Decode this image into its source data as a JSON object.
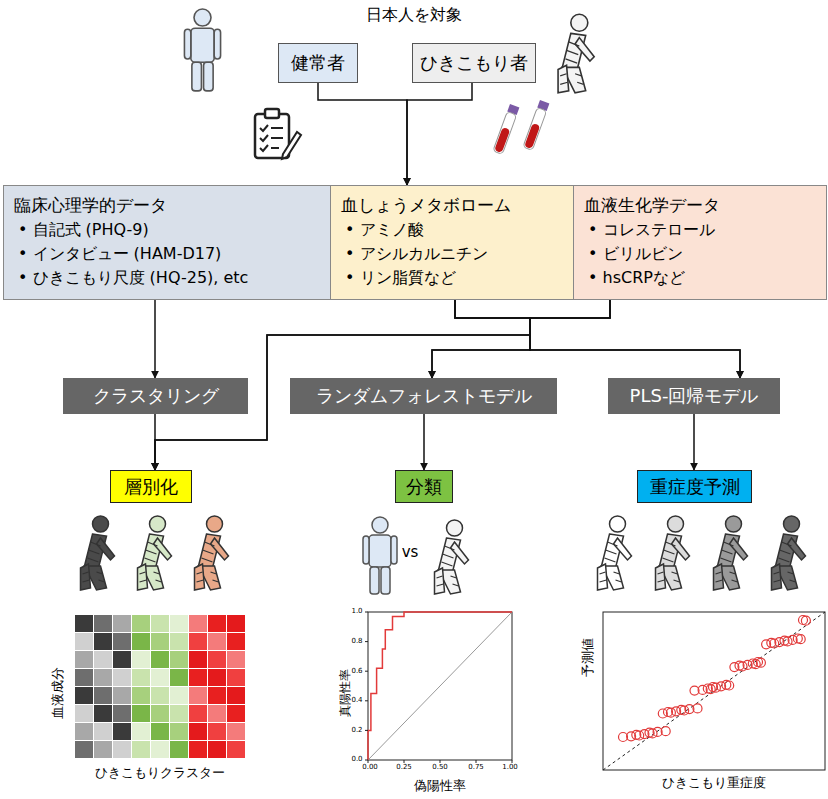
{
  "diagram": {
    "nodes": [
      {
        "text": [
          "健常者"
        ]
      },
      {
        "text": [
          "ひきこもり者"
        ]
      },
      {
        "text": [
          "臨床心理学的データ",
          "• 自記式 (PHQ-9)",
          "• インタビュー (HAM-D17)",
          "• ひきこもり尺度 (HQ-25), etc"
        ]
      },
      {
        "text": [
          "血しょうメタボローム",
          "• アミノ酸",
          "• アシルカルニチン",
          "• リン脂質など"
        ]
      },
      {
        "text": [
          "血液生化学データ",
          "• コレステロール",
          "• ビリルビン",
          "• hsCRPなど"
        ]
      },
      {
        "text": [
          "クラスタリング"
        ]
      },
      {
        "text": [
          "ランダムフォレストモデル"
        ]
      },
      {
        "text": [
          "PLS-回帰モデル"
        ]
      },
      {
        "text": [
          "層別化"
        ]
      },
      {
        "text": [
          "分類"
        ]
      },
      {
        "text": [
          "重症度予測"
        ]
      }
    ],
    "edges": [
      {
        "from": 0,
        "to": 3,
        "arrow": "to"
      },
      {
        "from": 1,
        "to": 3,
        "arrow": "to"
      },
      {
        "from": 2,
        "to": 5,
        "arrow": "to"
      },
      {
        "from": 3,
        "to": 8,
        "arrow": "to"
      },
      {
        "from": 4,
        "to": 8,
        "arrow": "to"
      },
      {
        "from": 5,
        "to": 8,
        "arrow": "to"
      },
      {
        "from": 3,
        "to": 6,
        "arrow": "to"
      },
      {
        "from": 4,
        "to": 6,
        "arrow": "to"
      },
      {
        "from": 3,
        "to": 7,
        "arrow": "to"
      },
      {
        "from": 4,
        "to": 7,
        "arrow": "to"
      },
      {
        "from": 6,
        "to": 9,
        "arrow": "to"
      },
      {
        "from": 7,
        "to": 10,
        "arrow": "to"
      }
    ],
    "labels": [
      "日本人を対象",
      "vs",
      "血液成分",
      "ひきこもりクラスター",
      "真陽性率",
      "偽陽性率",
      "予測値",
      "ひきこもり重症度",
      "0.00",
      "0.25",
      "0.50",
      "0.75",
      "1.00",
      "0.0",
      "0.2",
      "0.4",
      "0.6",
      "0.8",
      "1.0"
    ]
  }
}
